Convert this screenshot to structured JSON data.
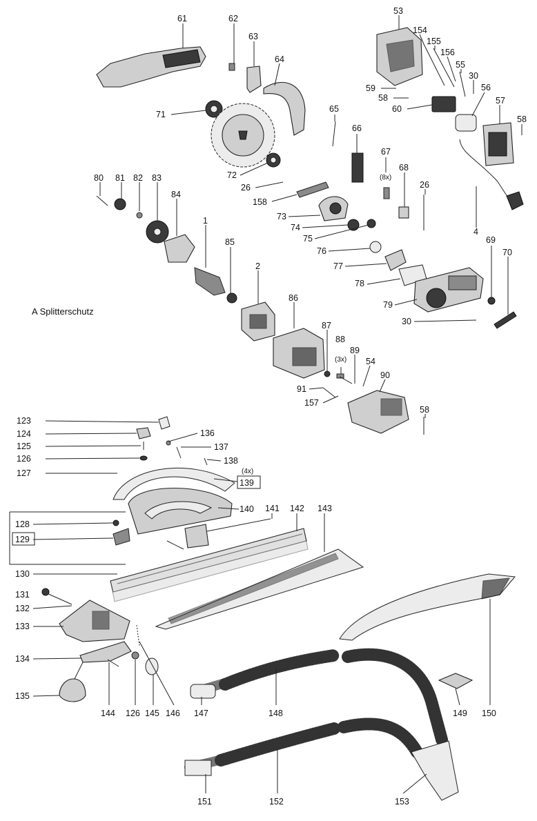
{
  "caption": "A Splitterschutz",
  "parts": [
    {
      "id": "p61",
      "label": "61"
    },
    {
      "id": "p62",
      "label": "62"
    },
    {
      "id": "p63",
      "label": "63"
    },
    {
      "id": "p64",
      "label": "64"
    },
    {
      "id": "p53",
      "label": "53"
    },
    {
      "id": "p154",
      "label": "154"
    },
    {
      "id": "p155",
      "label": "155"
    },
    {
      "id": "p156",
      "label": "156"
    },
    {
      "id": "p55",
      "label": "55"
    },
    {
      "id": "p30a",
      "label": "30"
    },
    {
      "id": "p59",
      "label": "59"
    },
    {
      "id": "p58a",
      "label": "58"
    },
    {
      "id": "p60",
      "label": "60"
    },
    {
      "id": "p56",
      "label": "56"
    },
    {
      "id": "p57",
      "label": "57"
    },
    {
      "id": "p58b",
      "label": "58"
    },
    {
      "id": "p71",
      "label": "71"
    },
    {
      "id": "p65",
      "label": "65"
    },
    {
      "id": "p66",
      "label": "66"
    },
    {
      "id": "p67",
      "label": "67"
    },
    {
      "id": "p68",
      "label": "68"
    },
    {
      "id": "p26a",
      "label": "26"
    },
    {
      "id": "p72",
      "label": "72"
    },
    {
      "id": "p26b",
      "label": "26"
    },
    {
      "id": "p158",
      "label": "158"
    },
    {
      "id": "p80",
      "label": "80"
    },
    {
      "id": "p81",
      "label": "81"
    },
    {
      "id": "p82",
      "label": "82"
    },
    {
      "id": "p83",
      "label": "83"
    },
    {
      "id": "p84",
      "label": "84"
    },
    {
      "id": "p1",
      "label": "1"
    },
    {
      "id": "p73",
      "label": "73"
    },
    {
      "id": "p74",
      "label": "74"
    },
    {
      "id": "p4",
      "label": "4"
    },
    {
      "id": "p75",
      "label": "75"
    },
    {
      "id": "p85",
      "label": "85"
    },
    {
      "id": "p69",
      "label": "69"
    },
    {
      "id": "p70",
      "label": "70"
    },
    {
      "id": "p76",
      "label": "76"
    },
    {
      "id": "p77",
      "label": "77"
    },
    {
      "id": "p78",
      "label": "78"
    },
    {
      "id": "p2",
      "label": "2"
    },
    {
      "id": "p79",
      "label": "79"
    },
    {
      "id": "p86",
      "label": "86"
    },
    {
      "id": "p30b",
      "label": "30"
    },
    {
      "id": "p87",
      "label": "87"
    },
    {
      "id": "p88",
      "label": "88"
    },
    {
      "id": "p89",
      "label": "89"
    },
    {
      "id": "p54",
      "label": "54"
    },
    {
      "id": "p90",
      "label": "90"
    },
    {
      "id": "p91",
      "label": "91"
    },
    {
      "id": "p157",
      "label": "157"
    },
    {
      "id": "p58c",
      "label": "58"
    },
    {
      "id": "p123",
      "label": "123"
    },
    {
      "id": "p124",
      "label": "124"
    },
    {
      "id": "p125",
      "label": "125"
    },
    {
      "id": "p126a",
      "label": "126"
    },
    {
      "id": "p127",
      "label": "127"
    },
    {
      "id": "p136",
      "label": "136"
    },
    {
      "id": "p137",
      "label": "137"
    },
    {
      "id": "p138",
      "label": "138"
    },
    {
      "id": "p139",
      "label": "139"
    },
    {
      "id": "p140",
      "label": "140"
    },
    {
      "id": "p141",
      "label": "141"
    },
    {
      "id": "p142",
      "label": "142"
    },
    {
      "id": "p143",
      "label": "143"
    },
    {
      "id": "p128",
      "label": "128"
    },
    {
      "id": "p129",
      "label": "129"
    },
    {
      "id": "p130",
      "label": "130"
    },
    {
      "id": "p131",
      "label": "131"
    },
    {
      "id": "p132",
      "label": "132"
    },
    {
      "id": "p133",
      "label": "133"
    },
    {
      "id": "p134",
      "label": "134"
    },
    {
      "id": "p135",
      "label": "135"
    },
    {
      "id": "p144",
      "label": "144"
    },
    {
      "id": "p126b",
      "label": "126"
    },
    {
      "id": "p145",
      "label": "145"
    },
    {
      "id": "p146",
      "label": "146"
    },
    {
      "id": "p147",
      "label": "147"
    },
    {
      "id": "p148",
      "label": "148"
    },
    {
      "id": "p149",
      "label": "149"
    },
    {
      "id": "p150",
      "label": "150"
    },
    {
      "id": "p151",
      "label": "151"
    },
    {
      "id": "p152",
      "label": "152"
    },
    {
      "id": "p153",
      "label": "153"
    }
  ],
  "qty_notes": [
    {
      "id": "q67",
      "label": "(8x)"
    },
    {
      "id": "q88",
      "label": "(3x)"
    },
    {
      "id": "q138",
      "label": "(4x)"
    }
  ]
}
